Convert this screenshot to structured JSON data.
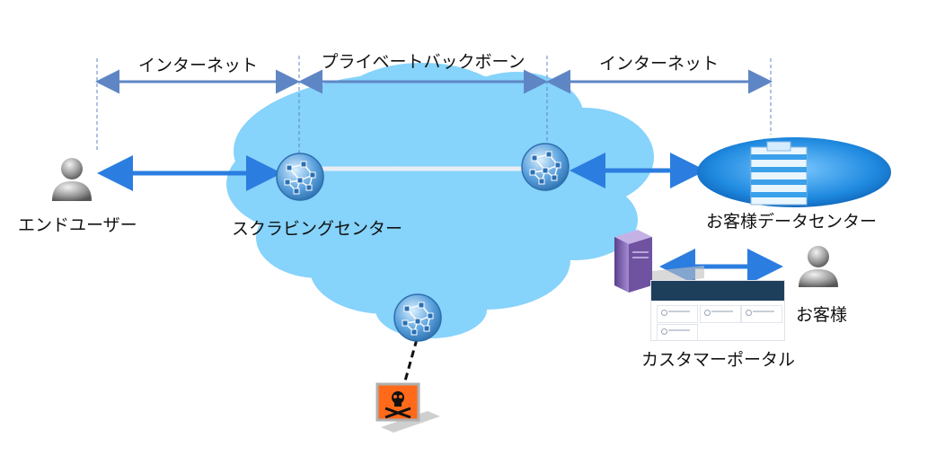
{
  "segments": {
    "left": "インターネット",
    "middle": "プライベートバックボーン",
    "right": "インターネット"
  },
  "nodes": {
    "end_user": "エンドユーザー",
    "scrubbing_center": "スクラビングセンター",
    "customer_datacenter": "お客様データセンター",
    "customer": "お客様",
    "customer_portal": "カスタマーポータル"
  },
  "icons": {
    "end_user": "user-icon",
    "customer": "user-icon",
    "scrubbing_node": "network-hub-icon",
    "datacenter": "building-icon",
    "server": "server-icon",
    "attacker": "skull-crossbones-monitor-icon",
    "portal": "web-portal-screenshot-icon"
  },
  "colors": {
    "cloud": "#86d3fb",
    "arrow": "#2b7de0",
    "segment_arrow": "#5f86c4",
    "datacenter_ellipse": "#1f8ae0",
    "hub": "#4a8fd0",
    "attacker": "#ff6a1a",
    "server": "#7b5ea7"
  }
}
